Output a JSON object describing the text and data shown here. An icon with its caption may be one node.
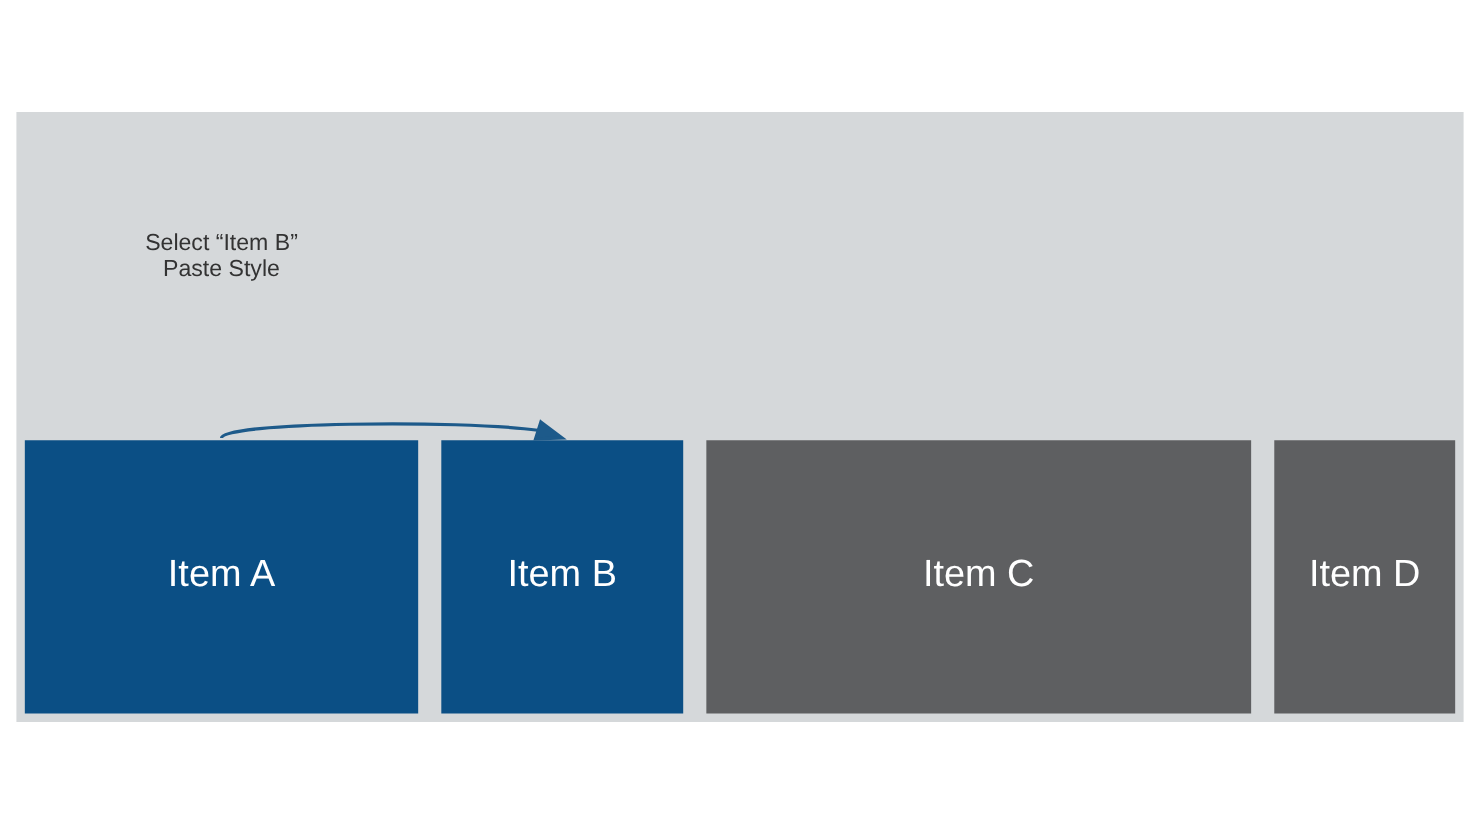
{
  "diagram": {
    "nodes": [
      {
        "text": [
          "Item A"
        ]
      },
      {
        "text": [
          "Item B"
        ]
      },
      {
        "text": [
          "Item C"
        ]
      },
      {
        "text": [
          "Item D"
        ]
      }
    ],
    "edges": [
      {
        "from": 0,
        "to": 1,
        "arrow": "to"
      }
    ],
    "labels": [
      "Select “Item B”",
      "Paste Style"
    ]
  }
}
